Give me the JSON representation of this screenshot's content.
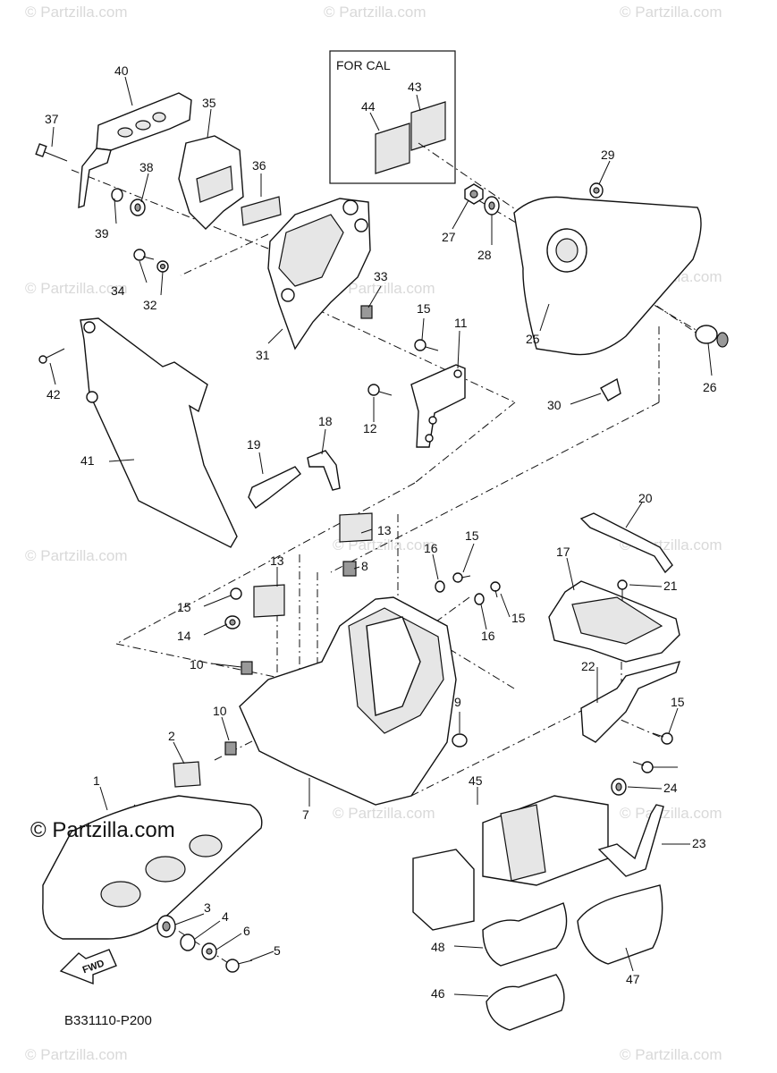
{
  "watermarks": [
    "© Partzilla.com",
    "© Partzilla.com",
    "© Partzilla.com",
    "© Partzilla.com",
    "© Partzilla.com",
    "© Partzilla.com",
    "© Partzilla.com",
    "© Partzilla.com",
    "© Partzilla.com",
    "© Partzilla.com",
    "© Partzilla.com",
    "© Partzilla.com",
    "© Partzilla.com"
  ],
  "copyright": "© Partzilla.com",
  "diagram_code": "B331110-P200",
  "inset_label": "FOR CAL",
  "fwd_label": "FWD",
  "callouts": [
    "1",
    "2",
    "3",
    "4",
    "5",
    "6",
    "7",
    "8",
    "9",
    "10",
    "10",
    "11",
    "12",
    "13",
    "13",
    "14",
    "15",
    "15",
    "15",
    "15",
    "15",
    "16",
    "16",
    "17",
    "18",
    "19",
    "20",
    "21",
    "22",
    "23",
    "24",
    "25",
    "26",
    "27",
    "28",
    "29",
    "30",
    "31",
    "32",
    "33",
    "34",
    "35",
    "36",
    "37",
    "38",
    "39",
    "40",
    "41",
    "42",
    "43",
    "44",
    "45",
    "46",
    "47",
    "48"
  ]
}
